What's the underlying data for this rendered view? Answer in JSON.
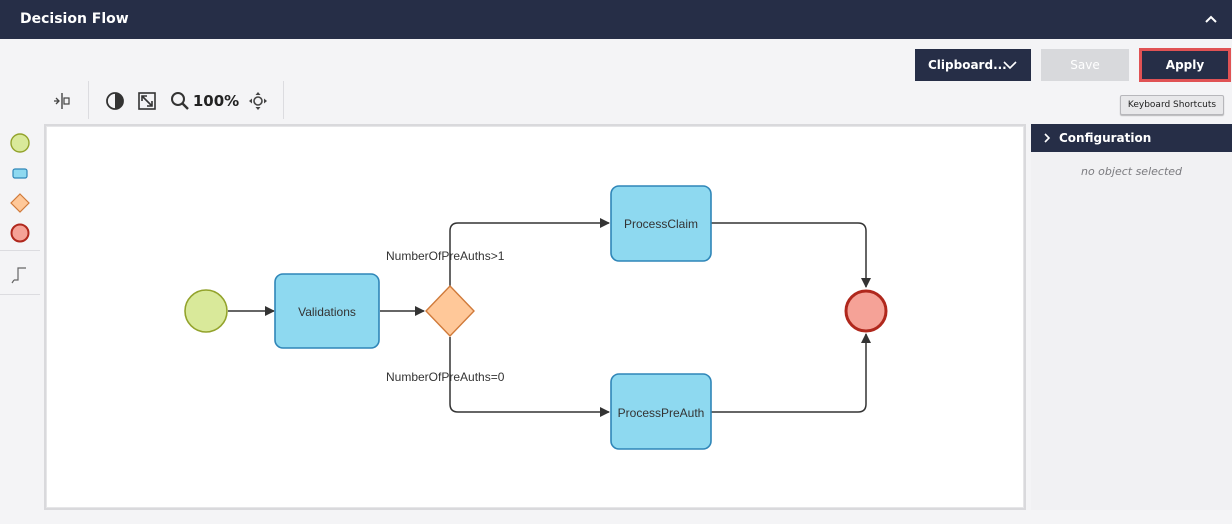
{
  "header": {
    "title": "Decision Flow",
    "collapse_icon": "chevron-up-icon"
  },
  "actions": {
    "clipboard_label": "Clipboard...",
    "save_label": "Save",
    "apply_label": "Apply",
    "keyboard_shortcuts_label": "Keyboard Shortcuts"
  },
  "toolbar": {
    "zoom_level": "100%",
    "icons": [
      "distribute-icon",
      "contrast-icon",
      "fit-screen-icon",
      "zoom-icon",
      "pan-icon"
    ]
  },
  "palette": {
    "items": [
      "start-event-tool",
      "task-tool",
      "gateway-tool",
      "end-event-tool",
      "connector-tool"
    ]
  },
  "diagram": {
    "nodes": {
      "validations": "Validations",
      "process_claim": "ProcessClaim",
      "process_preauth": "ProcessPreAuth"
    },
    "edges": {
      "upper_condition": "NumberOfPreAuths>1",
      "lower_condition": "NumberOfPreAuths=0"
    }
  },
  "config_panel": {
    "title": "Configuration",
    "empty_message": "no object selected"
  },
  "colors": {
    "header_bg": "#262e47",
    "apply_border": "#e05254",
    "start_fill": "#d9e99a",
    "task_fill": "#8ed9f0",
    "gateway_fill": "#ffc899",
    "end_fill": "#f5a297"
  }
}
